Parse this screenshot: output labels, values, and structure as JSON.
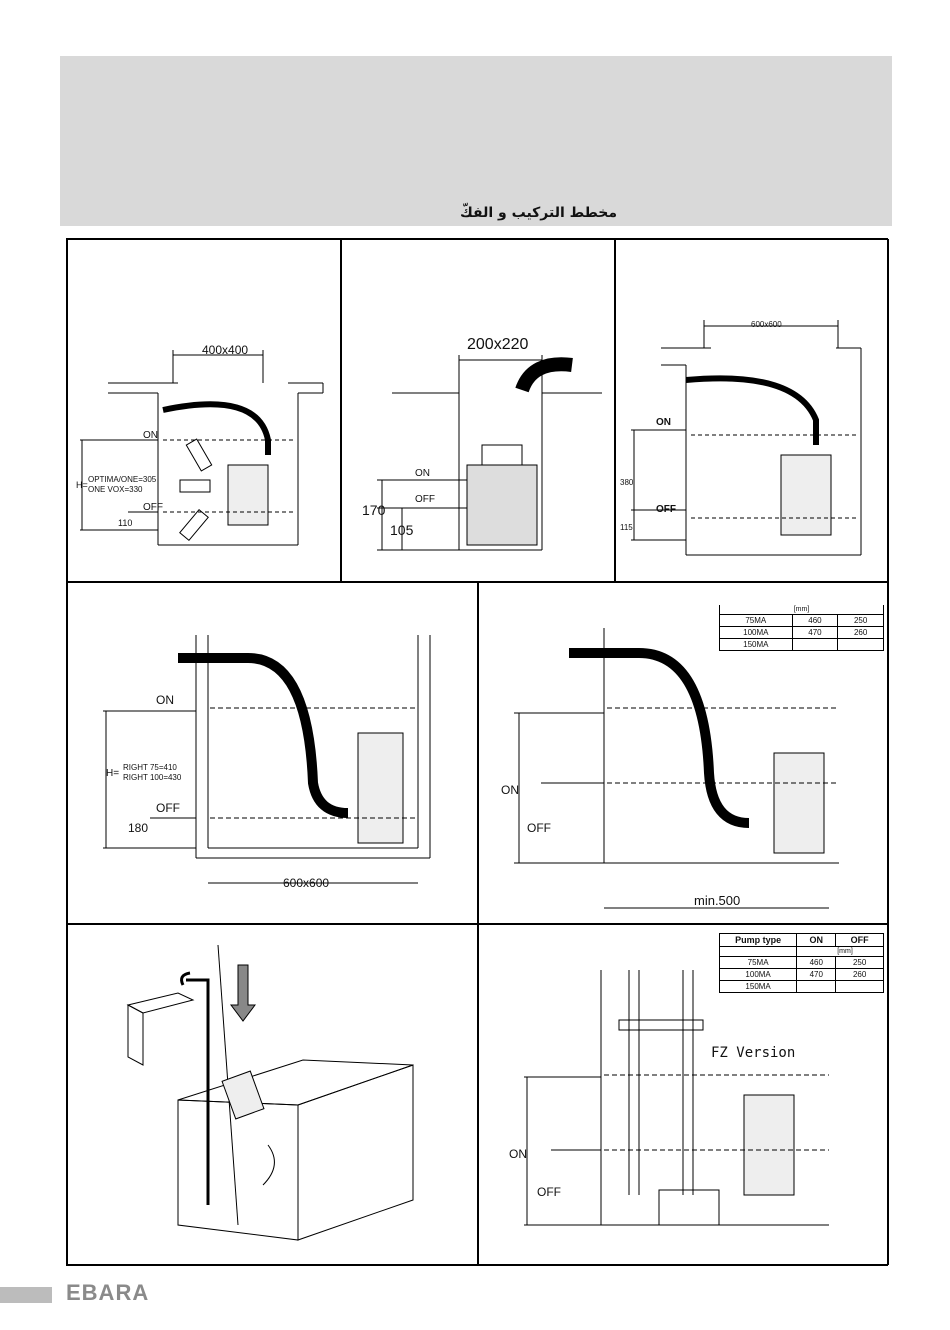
{
  "header": {
    "title": "مخطط التركيب و الفكّ"
  },
  "diagram1": {
    "dim_pit": "400x400",
    "on": "ON",
    "off": "OFF",
    "h_label": "H=",
    "h_opt1": "OPTIMA/ONE=305",
    "h_opt2": "ONE VOX=330",
    "dim_off": "110"
  },
  "diagram2": {
    "dim_pit": "200x220",
    "on": "ON",
    "off": "OFF",
    "dim_on": "170",
    "dim_off": "105"
  },
  "diagram3": {
    "dim_pit": "600x600",
    "on": "ON",
    "off": "OFF",
    "dim_on": "380",
    "dim_off": "115"
  },
  "diagram4": {
    "on": "ON",
    "off": "OFF",
    "h_label": "H=",
    "h_opt1": "RIGHT 75=410",
    "h_opt2": "RIGHT 100=430",
    "dim_off": "180",
    "dim_pit": "600x600"
  },
  "diagram5": {
    "on": "ON",
    "off": "OFF",
    "dim_min": "min.500",
    "table": {
      "unit": "[mm]",
      "rows": [
        [
          "75MA",
          "460",
          "250"
        ],
        [
          "100MA",
          "470",
          "260"
        ],
        [
          "150MA",
          "",
          ""
        ]
      ]
    }
  },
  "diagram7": {
    "version": "FZ Version",
    "on": "ON",
    "off": "OFF",
    "table": {
      "headers": [
        "Pump type",
        "ON",
        "OFF"
      ],
      "unit": "[mm]",
      "rows": [
        [
          "75MA",
          "460",
          "250"
        ],
        [
          "100MA",
          "470",
          "260"
        ],
        [
          "150MA",
          "",
          ""
        ]
      ]
    }
  },
  "footer": {
    "brand": "EBARA"
  }
}
